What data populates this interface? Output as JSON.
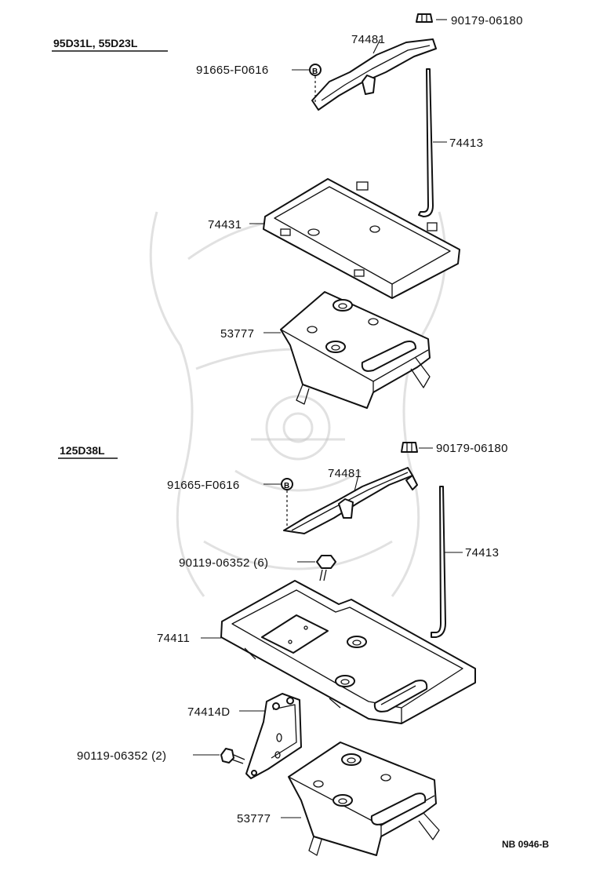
{
  "sections": [
    {
      "id": "top",
      "title": "95D31L, 55D23L"
    },
    {
      "id": "bottom",
      "title": "125D38L"
    }
  ],
  "callouts": {
    "top_nut": "90179-06180",
    "top_clamp": "74481",
    "top_bolt": "91665-F0616",
    "top_rod": "74413",
    "top_tray": "74431",
    "top_bracket": "53777",
    "bottom_nut": "90179-06180",
    "bottom_clamp": "74481",
    "bottom_bolt": "91665-F0616",
    "bottom_rod": "74413",
    "bottom_screw": "90119-06352 (6)",
    "bottom_tray": "74411",
    "bottom_stay": "74414D",
    "bottom_screw2": "90119-06352 (2)",
    "bottom_bracket": "53777"
  },
  "footer": {
    "drawing_code": "NB 0946-B"
  }
}
